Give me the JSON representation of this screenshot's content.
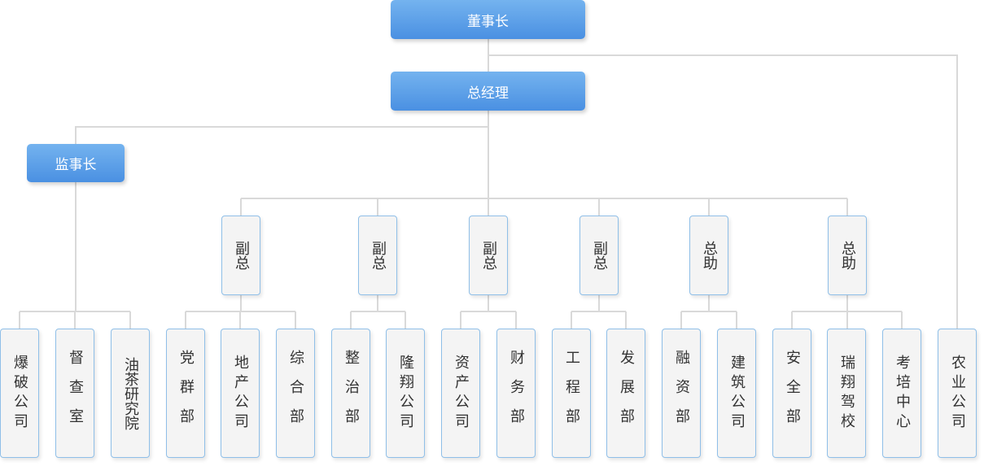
{
  "chairman": "董事长",
  "general_manager": "总经理",
  "supervisor": "监事长",
  "deputies": [
    "副总",
    "副总",
    "副总",
    "副总",
    "总助",
    "总助"
  ],
  "departments": {
    "supervisor": [
      "爆破公司",
      "督查室",
      "油茶研究院"
    ],
    "deputy_1": [
      "党群部",
      "地产公司",
      "综合部"
    ],
    "deputy_2": [
      "整治部",
      "隆翔公司"
    ],
    "deputy_3": [
      "资产公司",
      "财务部"
    ],
    "deputy_4": [
      "工程部",
      "发展部"
    ],
    "assistant_1": [
      "融资部",
      "建筑公司"
    ],
    "assistant_2": [
      "安全部",
      "瑞翔驾校",
      "考培中心"
    ],
    "chairman_direct": [
      "农业公司"
    ]
  },
  "colors": {
    "header_gradient_top": "#74b3ef",
    "header_gradient_bottom": "#4a90e2",
    "box_border": "#8fbfe8",
    "box_fill": "#f4f4f4",
    "connector": "#d9d9d9"
  }
}
